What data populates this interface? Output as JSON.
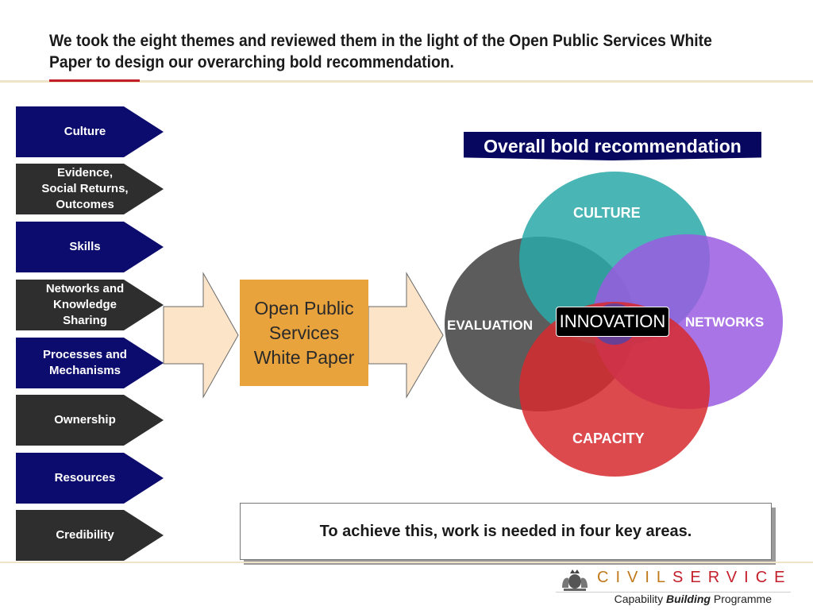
{
  "header": {
    "title": "We took the eight themes and reviewed them in the light of the Open Public Services White Paper to design our overarching bold recommendation."
  },
  "themes": [
    {
      "label": "Culture",
      "color": "#0c0c6e"
    },
    {
      "label": "Evidence,\nSocial Returns,\nOutcomes",
      "color": "#2e2e2e"
    },
    {
      "label": "Skills",
      "color": "#0c0c6e"
    },
    {
      "label": "Networks and\nKnowledge\nSharing",
      "color": "#2e2e2e"
    },
    {
      "label": "Processes and\nMechanisms",
      "color": "#0c0c6e"
    },
    {
      "label": "Ownership",
      "color": "#2e2e2e"
    },
    {
      "label": "Resources",
      "color": "#0c0c6e"
    },
    {
      "label": "Credibility",
      "color": "#2e2e2e"
    }
  ],
  "center_box": {
    "label": "Open Public Services White Paper",
    "color": "#e9a33c"
  },
  "recommendation": {
    "banner": "Overall bold recommendation",
    "circles": {
      "top": {
        "label": "CULTURE",
        "color": "#2aa8a8"
      },
      "left": {
        "label": "EVALUATION",
        "color": "#3f3f3f"
      },
      "right": {
        "label": "NETWORKS",
        "color": "#9a5ce0"
      },
      "bottom": {
        "label": "CAPACITY",
        "color": "#d72a2f"
      },
      "middle": {
        "label": "INNOVATION",
        "color": "#3d46b8"
      }
    },
    "center_label": "INNOVATION"
  },
  "note": {
    "text": "To achieve this, work is needed in four key areas."
  },
  "logo": {
    "civil": "CIVIL",
    "service": "SERVICE",
    "tagline_prefix": "Capability ",
    "tagline_emph": "Building",
    "tagline_suffix": " Programme"
  }
}
